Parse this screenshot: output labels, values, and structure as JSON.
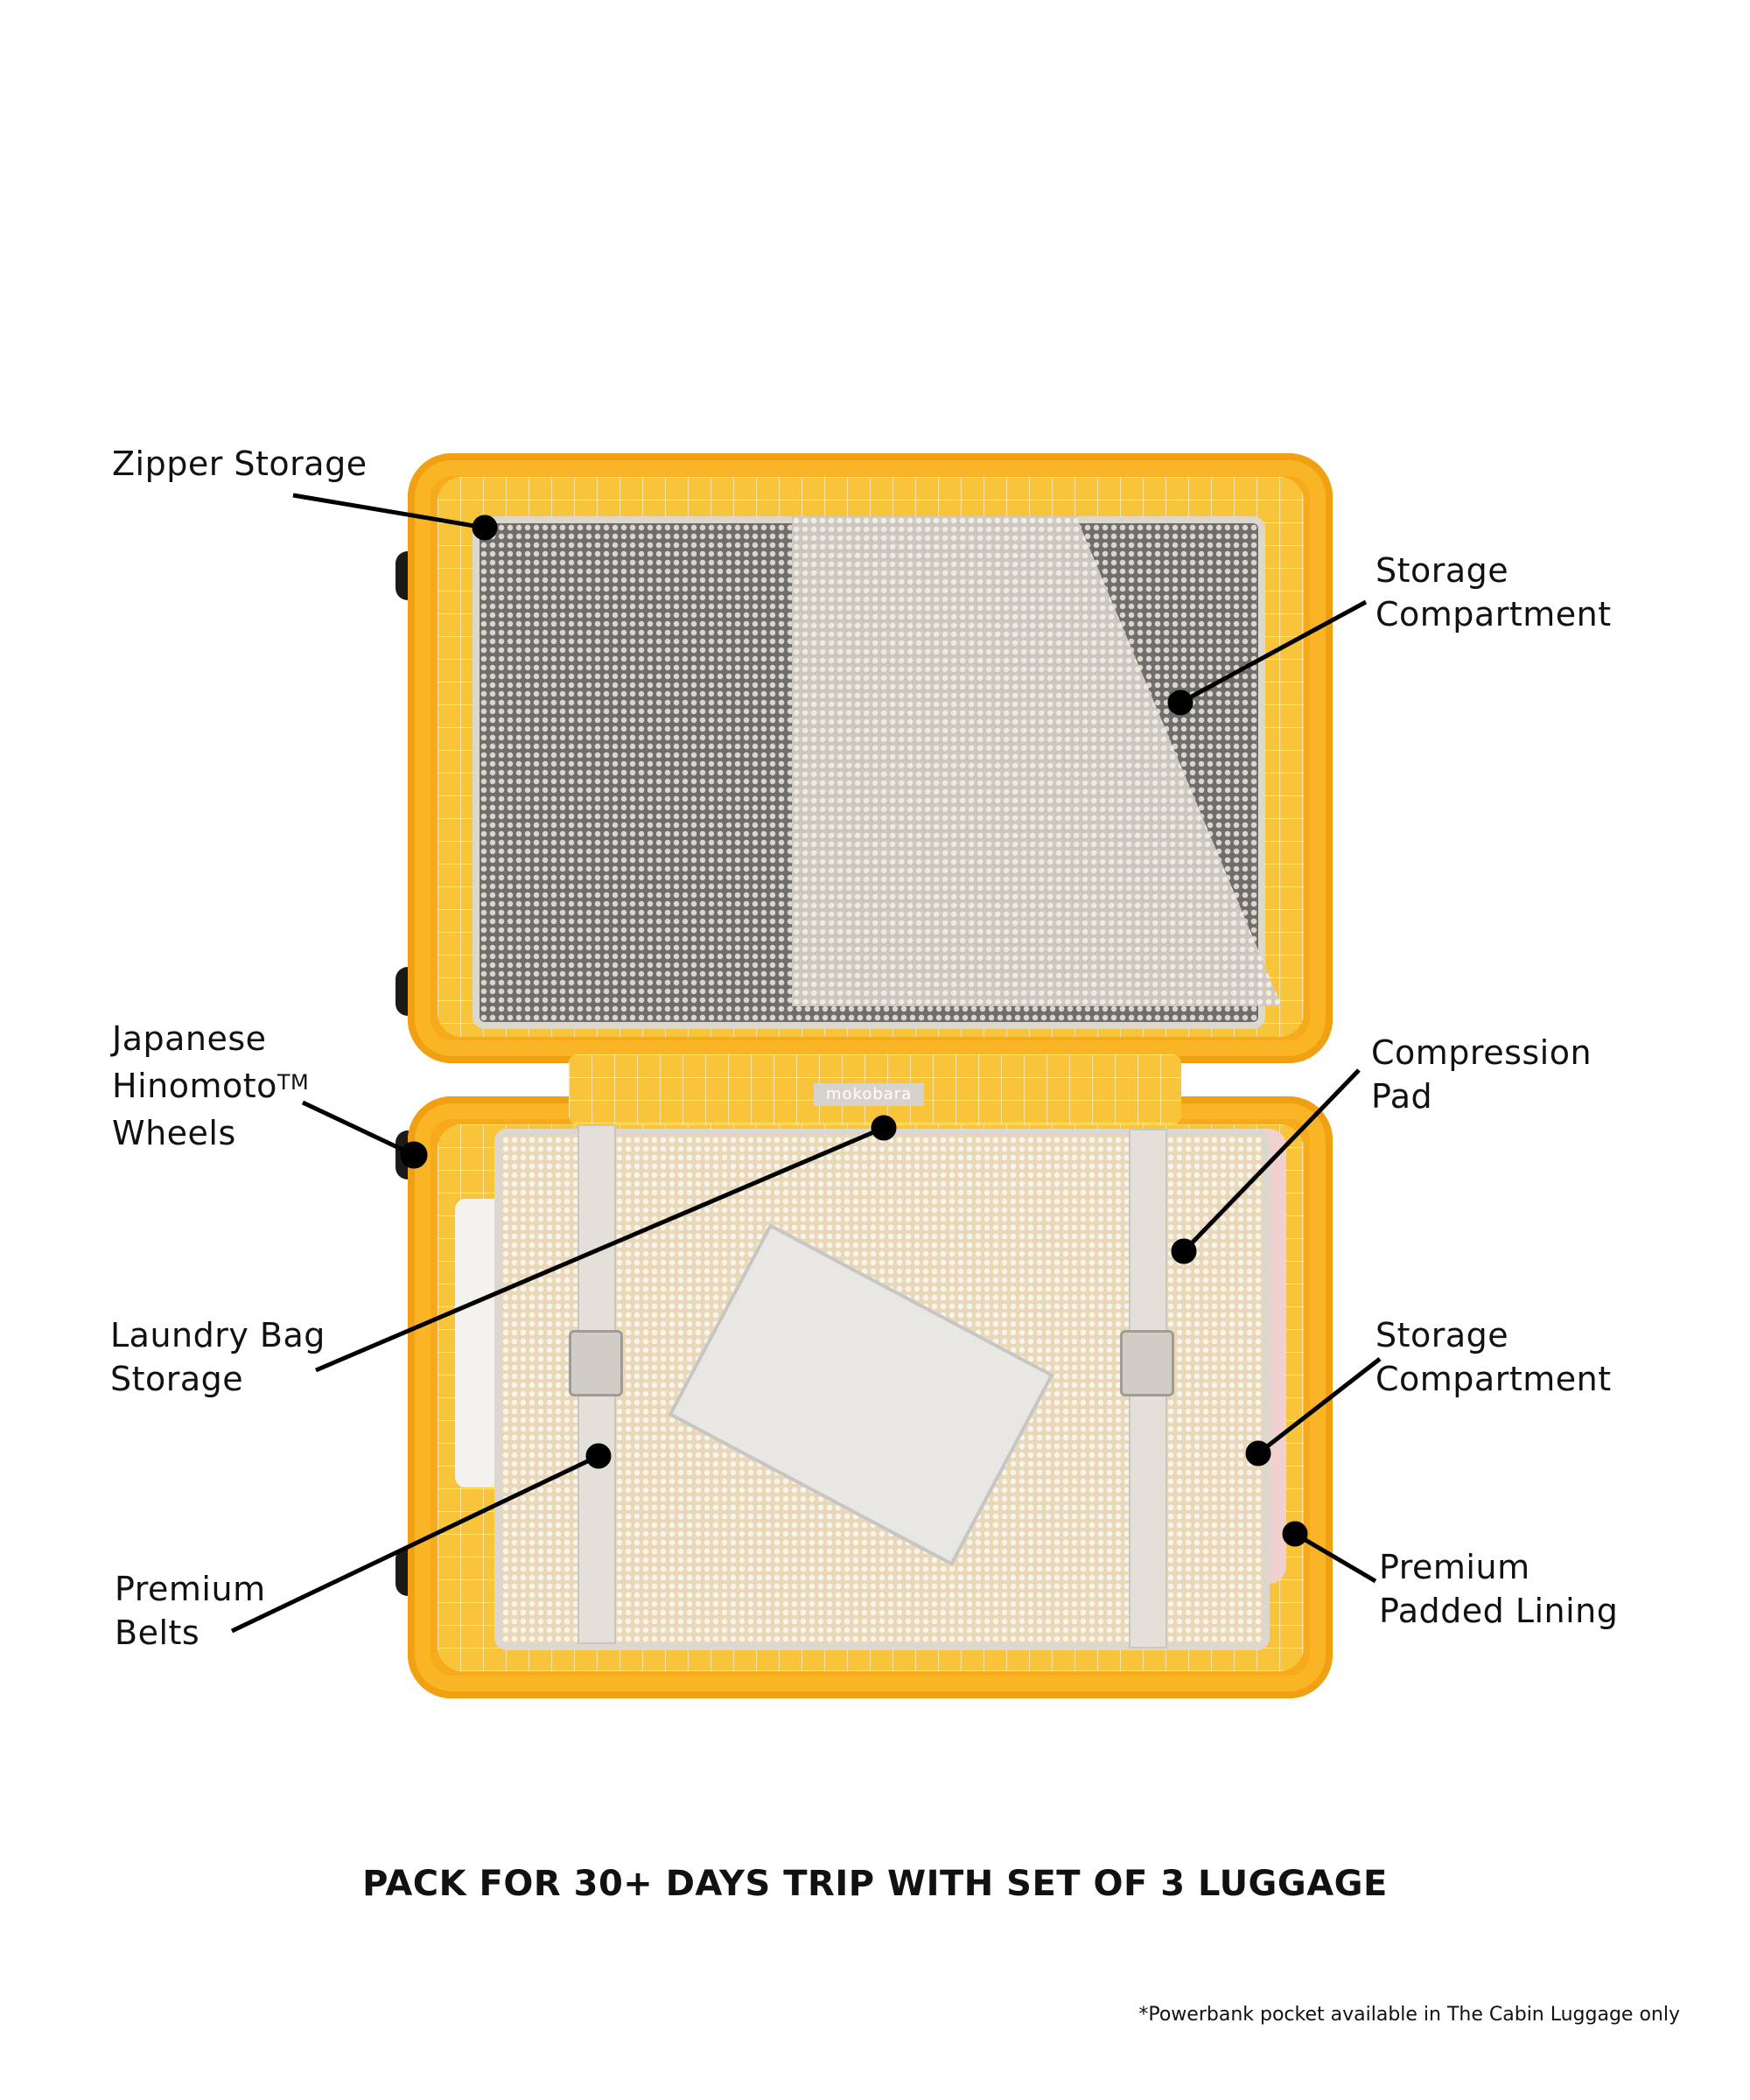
{
  "brand": "mokobara",
  "callouts": {
    "zipper_storage": "Zipper Storage",
    "storage_compartment_top": [
      "Storage",
      "Compartment"
    ],
    "wheels": [
      "Japanese",
      "Hinomoto",
      "TM",
      "Wheels"
    ],
    "compression_pad": [
      "Compression",
      "Pad"
    ],
    "laundry_bag": [
      "Laundry Bag",
      "Storage"
    ],
    "storage_compartment_bottom": [
      "Storage",
      "Compartment"
    ],
    "premium_belts": [
      "Premium",
      "Belts"
    ],
    "padded_lining": [
      "Premium",
      "Padded Lining"
    ]
  },
  "heading": "PACK FOR 30+ DAYS TRIP WITH SET OF 3 LUGGAGE",
  "footnote": "*Powerbank pocket available in The Cabin Luggage only",
  "colors": {
    "shell": "#f6aa1c",
    "lining": "#f8c43a",
    "text": "#111111"
  }
}
